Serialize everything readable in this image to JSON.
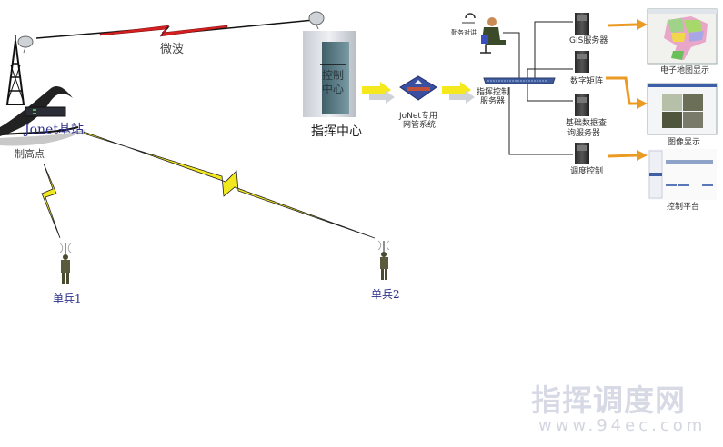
{
  "diagram": {
    "title": "指挥调度系统拓扑",
    "links": {
      "microwave_label": "微波"
    },
    "base_station": {
      "label": "Jonet基站",
      "sublabel": "制高点"
    },
    "command_center": {
      "label": "指挥中心",
      "building_text_line1": "控制",
      "building_text_line2": "中心"
    },
    "network_mgmt": {
      "label_line1": "JoNet专用",
      "label_line2": "网管系统"
    },
    "dispatcher": {
      "label": "勤务对讲"
    },
    "command_server": {
      "label_line1": "指挥控制",
      "label_line2": "服务器"
    },
    "servers": [
      {
        "label_line1": "GIS服务器",
        "label_line2": ""
      },
      {
        "label_line1": "数字矩阵",
        "label_line2": ""
      },
      {
        "label_line1": "基础数据查",
        "label_line2": "询服务器"
      },
      {
        "label_line1": "调度控制",
        "label_line2": ""
      }
    ],
    "displays": [
      {
        "label": "电子地图显示"
      },
      {
        "label": "图像显示"
      },
      {
        "label": "控制平台"
      }
    ],
    "soldiers": [
      {
        "label": "单兵1"
      },
      {
        "label": "单兵2"
      }
    ],
    "colors": {
      "microwave_bolt": "#d42020",
      "radio_bolt": "#f2e820",
      "arrow_yellow": "#f5e81c",
      "arrow_orange": "#eb9a23",
      "label_blue": "#2b2f8a"
    }
  },
  "watermark": {
    "title": "指挥调度网",
    "url": "www.94ec.com"
  }
}
